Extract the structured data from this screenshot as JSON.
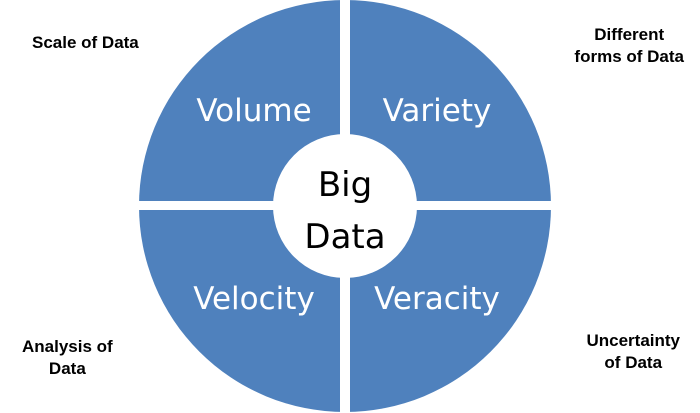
{
  "diagram": {
    "center": {
      "line1": "Big",
      "line2": "Data"
    },
    "quadrants": [
      {
        "label": "Volume"
      },
      {
        "label": "Variety"
      },
      {
        "label": "Velocity"
      },
      {
        "label": "Veracity"
      }
    ],
    "corners": {
      "top_left": [
        "Scale of Data"
      ],
      "top_right": [
        "Different",
        "forms of Data"
      ],
      "bottom_left": [
        "Analysis of",
        "Data"
      ],
      "bottom_right": [
        "Uncertainty",
        "of Data"
      ]
    },
    "colors": {
      "quadrant_fill": "#4F81BD",
      "divider": "#ffffff",
      "center_fill": "#ffffff",
      "text_dark": "#000000",
      "text_light": "#ffffff"
    }
  }
}
